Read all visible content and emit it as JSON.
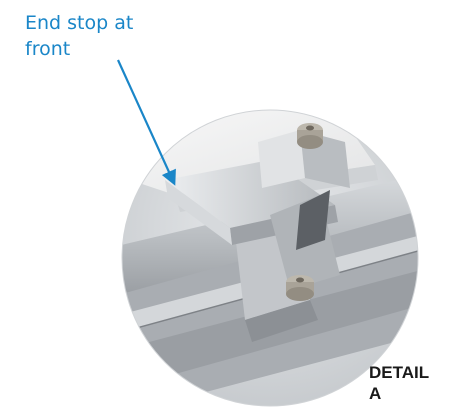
{
  "callout": {
    "text": "End stop at\nfront",
    "color": "#1a86c8"
  },
  "detail_label": {
    "line1": "DETAIL",
    "line2": "A"
  },
  "illustration": {
    "subject": "solar module end stop clamp on mounting rails",
    "accent_arrow_color": "#1a86c8",
    "metal_color": "#c9ccd0",
    "panel_color": "#f2f2f2"
  }
}
